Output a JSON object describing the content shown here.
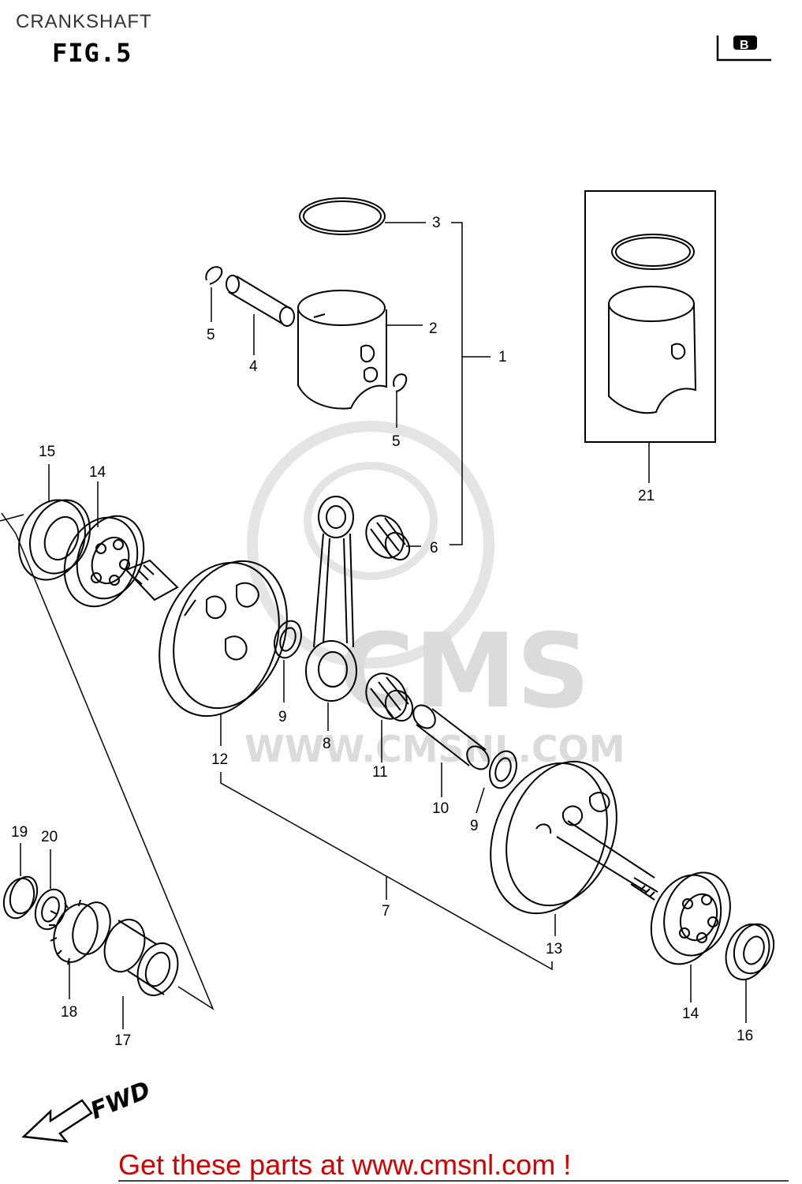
{
  "header": {
    "title": "CRANKSHAFT",
    "figure": "FIG.5",
    "corner_tag": "B"
  },
  "watermark": {
    "brand": "CMS",
    "url": "WWW.CMSNL.COM"
  },
  "direction": {
    "label": "FWD"
  },
  "callouts": [
    "1",
    "2",
    "3",
    "4",
    "5",
    "5",
    "6",
    "7",
    "8",
    "9",
    "9",
    "10",
    "11",
    "12",
    "13",
    "14",
    "14",
    "15",
    "16",
    "17",
    "18",
    "19",
    "20",
    "21"
  ],
  "footer": {
    "link_text": "Get these parts at www.cmsnl.com !"
  },
  "colors": {
    "footer_text": "#d40000",
    "watermark": "#d8d8d8",
    "lines": "#000000"
  }
}
